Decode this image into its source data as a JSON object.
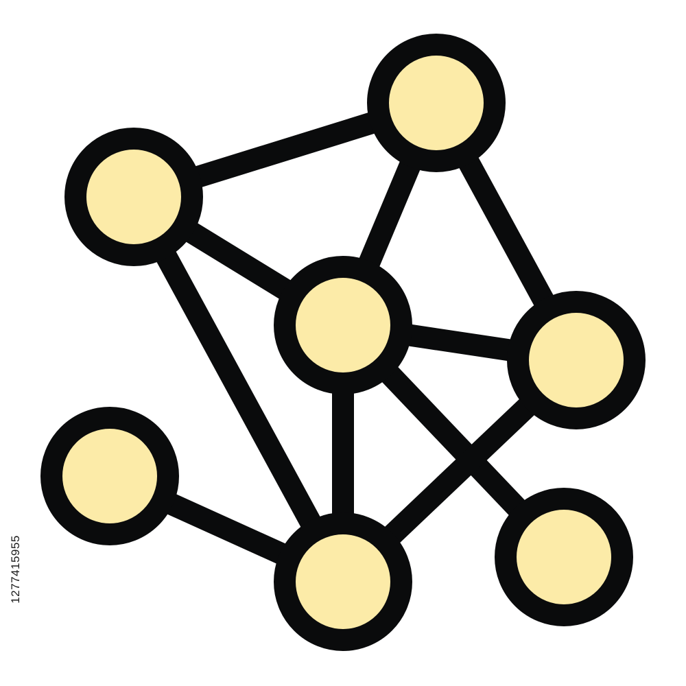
{
  "graph": {
    "colors": {
      "node_fill": "#FCEBA8",
      "outline": "#0A0B0C",
      "background": "#FFFFFF"
    },
    "nodes": [
      "top",
      "left",
      "center",
      "right",
      "lower-left",
      "bottom",
      "bottom-right"
    ],
    "edges": [
      [
        "left",
        "top"
      ],
      [
        "left",
        "center"
      ],
      [
        "left",
        "bottom"
      ],
      [
        "top",
        "center"
      ],
      [
        "top",
        "right"
      ],
      [
        "center",
        "right"
      ],
      [
        "center",
        "bottom"
      ],
      [
        "center",
        "bottom-right"
      ],
      [
        "right",
        "bottom"
      ],
      [
        "lower-left",
        "bottom"
      ]
    ]
  },
  "watermark": {
    "stock_id": "1277415955"
  }
}
